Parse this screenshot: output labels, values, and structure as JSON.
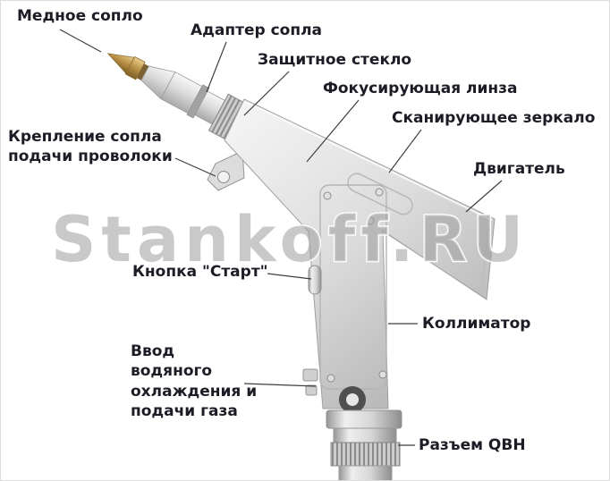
{
  "watermark": "Stankoff.RU",
  "labels": {
    "copper_nozzle": "Медное сопло",
    "nozzle_adapter": "Адаптер сопла",
    "protective_glass": "Защитное стекло",
    "focusing_lens": "Фокусирующая линза",
    "scanning_mirror": "Сканирующее зеркало",
    "motor": "Двигатель",
    "wire_feed_mount": "Крепление сопла подачи проволоки",
    "start_button": "Кнопка \"Старт\"",
    "collimator": "Коллиматор",
    "water_gas_inlet": "Ввод водяного охлаждения и подачи газа",
    "qbh_connector": "Разъем QBH"
  },
  "colors": {
    "label_text": "#1c1c26",
    "watermark_fill": "#9c9c9c",
    "copper": "#b98f45",
    "metal_light": "#e8e8e8",
    "leader_line": "#3f3f3f"
  }
}
